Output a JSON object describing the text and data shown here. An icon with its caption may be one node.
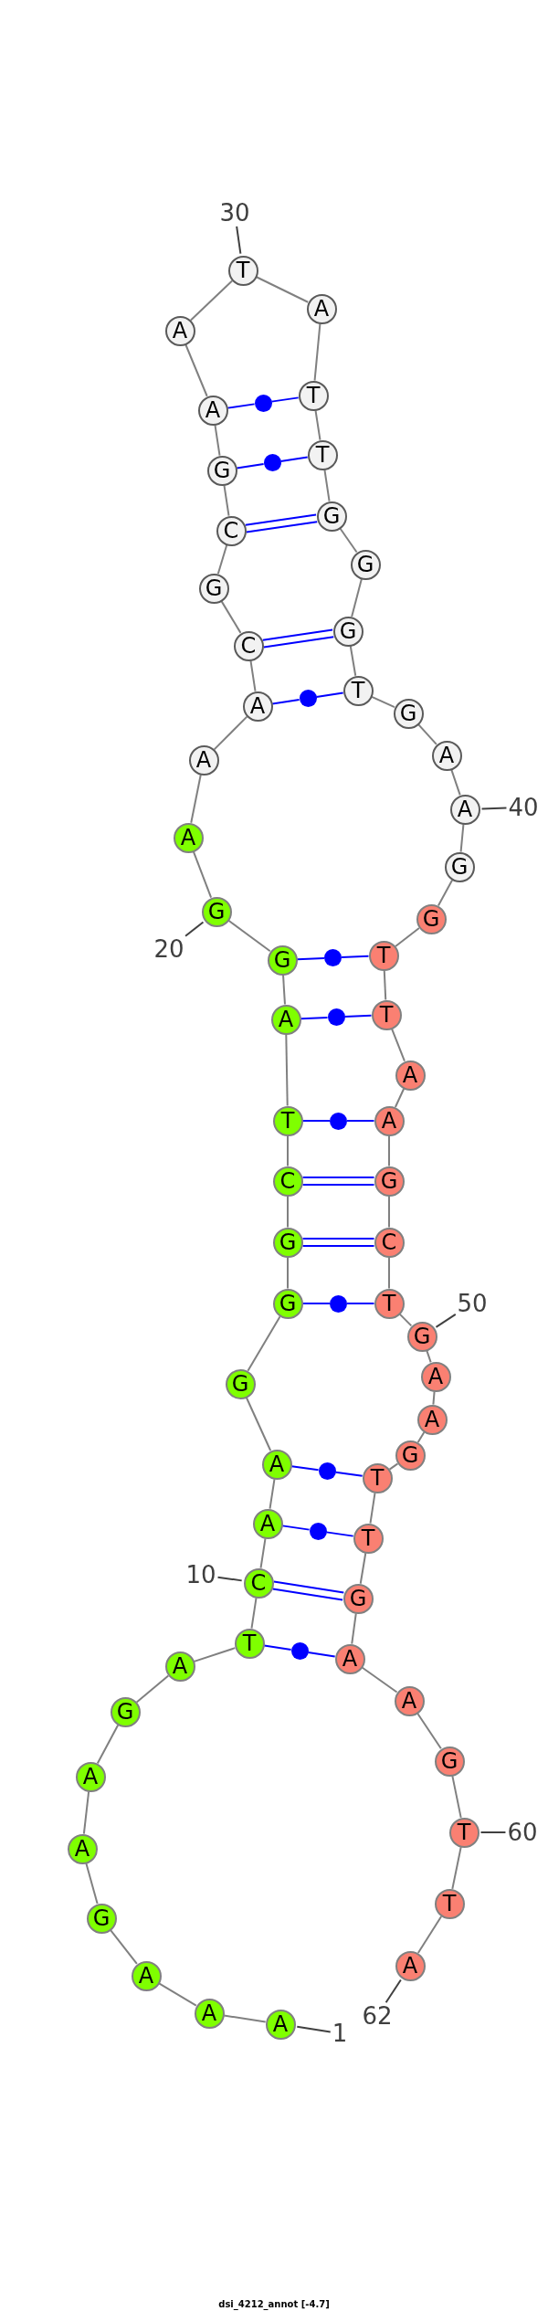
{
  "diagram": {
    "caption": "dsi_4212_annot [-4.7]",
    "nodes": [
      {
        "text": [
          "A"
        ]
      },
      {
        "text": [
          "A"
        ]
      },
      {
        "text": [
          "A"
        ]
      },
      {
        "text": [
          "G"
        ]
      },
      {
        "text": [
          "A"
        ]
      },
      {
        "text": [
          "A"
        ]
      },
      {
        "text": [
          "G"
        ]
      },
      {
        "text": [
          "A"
        ]
      },
      {
        "text": [
          "T"
        ]
      },
      {
        "text": [
          "C"
        ]
      },
      {
        "text": [
          "A"
        ]
      },
      {
        "text": [
          "A"
        ]
      },
      {
        "text": [
          "G"
        ]
      },
      {
        "text": [
          "G"
        ]
      },
      {
        "text": [
          "G"
        ]
      },
      {
        "text": [
          "C"
        ]
      },
      {
        "text": [
          "T"
        ]
      },
      {
        "text": [
          "A"
        ]
      },
      {
        "text": [
          "G"
        ]
      },
      {
        "text": [
          "G"
        ]
      },
      {
        "text": [
          "A"
        ]
      },
      {
        "text": [
          "A"
        ]
      },
      {
        "text": [
          "A"
        ]
      },
      {
        "text": [
          "C"
        ]
      },
      {
        "text": [
          "G"
        ]
      },
      {
        "text": [
          "C"
        ]
      },
      {
        "text": [
          "G"
        ]
      },
      {
        "text": [
          "A"
        ]
      },
      {
        "text": [
          "A"
        ]
      },
      {
        "text": [
          "T"
        ]
      },
      {
        "text": [
          "A"
        ]
      },
      {
        "text": [
          "T"
        ]
      },
      {
        "text": [
          "T"
        ]
      },
      {
        "text": [
          "G"
        ]
      },
      {
        "text": [
          "G"
        ]
      },
      {
        "text": [
          "G"
        ]
      },
      {
        "text": [
          "T"
        ]
      },
      {
        "text": [
          "G"
        ]
      },
      {
        "text": [
          "A"
        ]
      },
      {
        "text": [
          "A"
        ]
      },
      {
        "text": [
          "G"
        ]
      },
      {
        "text": [
          "G"
        ]
      },
      {
        "text": [
          "T"
        ]
      },
      {
        "text": [
          "T"
        ]
      },
      {
        "text": [
          "A"
        ]
      },
      {
        "text": [
          "A"
        ]
      },
      {
        "text": [
          "G"
        ]
      },
      {
        "text": [
          "C"
        ]
      },
      {
        "text": [
          "T"
        ]
      },
      {
        "text": [
          "G"
        ]
      },
      {
        "text": [
          "A"
        ]
      },
      {
        "text": [
          "A"
        ]
      },
      {
        "text": [
          "G"
        ]
      },
      {
        "text": [
          "T"
        ]
      },
      {
        "text": [
          "T"
        ]
      },
      {
        "text": [
          "G"
        ]
      },
      {
        "text": [
          "A"
        ]
      },
      {
        "text": [
          "A"
        ]
      },
      {
        "text": [
          "G"
        ]
      },
      {
        "text": [
          "T"
        ]
      },
      {
        "text": [
          "T"
        ]
      },
      {
        "text": [
          "A"
        ]
      },
      {
        "text": [
          "30"
        ]
      },
      {
        "text": [
          "40"
        ]
      },
      {
        "text": [
          "20"
        ]
      },
      {
        "text": [
          "50"
        ]
      },
      {
        "text": [
          "10"
        ]
      },
      {
        "text": [
          "60"
        ]
      },
      {
        "text": [
          "62"
        ]
      },
      {
        "text": [
          "1"
        ]
      },
      {
        "text": [],
        "shape": "circle"
      },
      {
        "text": [],
        "shape": "circle"
      },
      {
        "text": [],
        "shape": "circle"
      },
      {
        "text": [],
        "shape": "circle"
      },
      {
        "text": [],
        "shape": "circle"
      },
      {
        "text": [],
        "shape": "circle"
      },
      {
        "text": [],
        "shape": "circle"
      },
      {
        "text": [],
        "shape": "circle"
      },
      {
        "text": [],
        "shape": "circle"
      },
      {
        "text": [],
        "shape": "circle"
      }
    ],
    "edges": [
      {
        "from": 0,
        "to": 1,
        "arrow": "none"
      },
      {
        "from": 1,
        "to": 2,
        "arrow": "none"
      },
      {
        "from": 2,
        "to": 3,
        "arrow": "none"
      },
      {
        "from": 3,
        "to": 4,
        "arrow": "none"
      },
      {
        "from": 4,
        "to": 5,
        "arrow": "none"
      },
      {
        "from": 5,
        "to": 6,
        "arrow": "none"
      },
      {
        "from": 6,
        "to": 7,
        "arrow": "none"
      },
      {
        "from": 7,
        "to": 8,
        "arrow": "none"
      },
      {
        "from": 8,
        "to": 9,
        "arrow": "none"
      },
      {
        "from": 9,
        "to": 10,
        "arrow": "none"
      },
      {
        "from": 10,
        "to": 11,
        "arrow": "none"
      },
      {
        "from": 11,
        "to": 12,
        "arrow": "none"
      },
      {
        "from": 12,
        "to": 13,
        "arrow": "none"
      },
      {
        "from": 13,
        "to": 14,
        "arrow": "none"
      },
      {
        "from": 14,
        "to": 15,
        "arrow": "none"
      },
      {
        "from": 15,
        "to": 16,
        "arrow": "none"
      },
      {
        "from": 16,
        "to": 17,
        "arrow": "none"
      },
      {
        "from": 17,
        "to": 18,
        "arrow": "none"
      },
      {
        "from": 18,
        "to": 19,
        "arrow": "none"
      },
      {
        "from": 19,
        "to": 20,
        "arrow": "none"
      },
      {
        "from": 20,
        "to": 21,
        "arrow": "none"
      },
      {
        "from": 21,
        "to": 22,
        "arrow": "none"
      },
      {
        "from": 22,
        "to": 23,
        "arrow": "none"
      },
      {
        "from": 23,
        "to": 24,
        "arrow": "none"
      },
      {
        "from": 24,
        "to": 25,
        "arrow": "none"
      },
      {
        "from": 25,
        "to": 26,
        "arrow": "none"
      },
      {
        "from": 26,
        "to": 27,
        "arrow": "none"
      },
      {
        "from": 27,
        "to": 28,
        "arrow": "none"
      },
      {
        "from": 28,
        "to": 29,
        "arrow": "none"
      },
      {
        "from": 29,
        "to": 30,
        "arrow": "none"
      },
      {
        "from": 30,
        "to": 31,
        "arrow": "none"
      },
      {
        "from": 31,
        "to": 32,
        "arrow": "none"
      },
      {
        "from": 32,
        "to": 33,
        "arrow": "none"
      },
      {
        "from": 33,
        "to": 34,
        "arrow": "none"
      },
      {
        "from": 34,
        "to": 35,
        "arrow": "none"
      },
      {
        "from": 35,
        "to": 36,
        "arrow": "none"
      },
      {
        "from": 36,
        "to": 37,
        "arrow": "none"
      },
      {
        "from": 37,
        "to": 38,
        "arrow": "none"
      },
      {
        "from": 38,
        "to": 39,
        "arrow": "none"
      },
      {
        "from": 39,
        "to": 40,
        "arrow": "none"
      },
      {
        "from": 40,
        "to": 41,
        "arrow": "none"
      },
      {
        "from": 41,
        "to": 42,
        "arrow": "none"
      },
      {
        "from": 42,
        "to": 43,
        "arrow": "none"
      },
      {
        "from": 43,
        "to": 44,
        "arrow": "none"
      },
      {
        "from": 44,
        "to": 45,
        "arrow": "none"
      },
      {
        "from": 45,
        "to": 46,
        "arrow": "none"
      },
      {
        "from": 46,
        "to": 47,
        "arrow": "none"
      },
      {
        "from": 47,
        "to": 48,
        "arrow": "none"
      },
      {
        "from": 48,
        "to": 49,
        "arrow": "none"
      },
      {
        "from": 49,
        "to": 50,
        "arrow": "none"
      },
      {
        "from": 50,
        "to": 51,
        "arrow": "none"
      },
      {
        "from": 51,
        "to": 52,
        "arrow": "none"
      },
      {
        "from": 52,
        "to": 53,
        "arrow": "none"
      },
      {
        "from": 53,
        "to": 54,
        "arrow": "none"
      },
      {
        "from": 54,
        "to": 55,
        "arrow": "none"
      },
      {
        "from": 55,
        "to": 56,
        "arrow": "none"
      },
      {
        "from": 56,
        "to": 57,
        "arrow": "none"
      },
      {
        "from": 57,
        "to": 58,
        "arrow": "none"
      },
      {
        "from": 58,
        "to": 59,
        "arrow": "none"
      },
      {
        "from": 59,
        "to": 60,
        "arrow": "none"
      },
      {
        "from": 60,
        "to": 61,
        "arrow": "none"
      },
      {
        "from": 8,
        "to": 79,
        "arrow": "none",
        "color": "#0000ff"
      },
      {
        "from": 79,
        "to": 56,
        "arrow": "none",
        "color": "#0000ff"
      },
      {
        "from": 9,
        "to": 55,
        "arrow": "none",
        "color": "#0000ff"
      },
      {
        "from": 10,
        "to": 78,
        "arrow": "none",
        "color": "#0000ff"
      },
      {
        "from": 78,
        "to": 54,
        "arrow": "none",
        "color": "#0000ff"
      },
      {
        "from": 11,
        "to": 77,
        "arrow": "none",
        "color": "#0000ff"
      },
      {
        "from": 77,
        "to": 53,
        "arrow": "none",
        "color": "#0000ff"
      },
      {
        "from": 13,
        "to": 76,
        "arrow": "none",
        "color": "#0000ff"
      },
      {
        "from": 76,
        "to": 48,
        "arrow": "none",
        "color": "#0000ff"
      },
      {
        "from": 14,
        "to": 47,
        "arrow": "none",
        "color": "#0000ff"
      },
      {
        "from": 15,
        "to": 46,
        "arrow": "none",
        "color": "#0000ff"
      },
      {
        "from": 16,
        "to": 75,
        "arrow": "none",
        "color": "#0000ff"
      },
      {
        "from": 75,
        "to": 45,
        "arrow": "none",
        "color": "#0000ff"
      },
      {
        "from": 17,
        "to": 74,
        "arrow": "none",
        "color": "#0000ff"
      },
      {
        "from": 74,
        "to": 43,
        "arrow": "none",
        "color": "#0000ff"
      },
      {
        "from": 18,
        "to": 73,
        "arrow": "none",
        "color": "#0000ff"
      },
      {
        "from": 73,
        "to": 42,
        "arrow": "none",
        "color": "#0000ff"
      },
      {
        "from": 22,
        "to": 72,
        "arrow": "none",
        "color": "#0000ff"
      },
      {
        "from": 72,
        "to": 36,
        "arrow": "none",
        "color": "#0000ff"
      },
      {
        "from": 23,
        "to": 35,
        "arrow": "none",
        "color": "#0000ff"
      },
      {
        "from": 25,
        "to": 33,
        "arrow": "none",
        "color": "#0000ff"
      },
      {
        "from": 26,
        "to": 71,
        "arrow": "none",
        "color": "#0000ff"
      },
      {
        "from": 71,
        "to": 32,
        "arrow": "none",
        "color": "#0000ff"
      },
      {
        "from": 27,
        "to": 70,
        "arrow": "none",
        "color": "#0000ff"
      },
      {
        "from": 70,
        "to": 31,
        "arrow": "none",
        "color": "#0000ff"
      },
      {
        "from": 62,
        "to": 29,
        "arrow": "none",
        "color": "#404040"
      },
      {
        "from": 63,
        "to": 39,
        "arrow": "none",
        "color": "#404040"
      },
      {
        "from": 64,
        "to": 19,
        "arrow": "none",
        "color": "#404040"
      },
      {
        "from": 65,
        "to": 49,
        "arrow": "none",
        "color": "#404040"
      },
      {
        "from": 66,
        "to": 9,
        "arrow": "none",
        "color": "#404040"
      },
      {
        "from": 67,
        "to": 59,
        "arrow": "none",
        "color": "#404040"
      },
      {
        "from": 68,
        "to": 61,
        "arrow": "none",
        "color": "#404040"
      },
      {
        "from": 69,
        "to": 0,
        "arrow": "none",
        "color": "#404040"
      }
    ]
  }
}
